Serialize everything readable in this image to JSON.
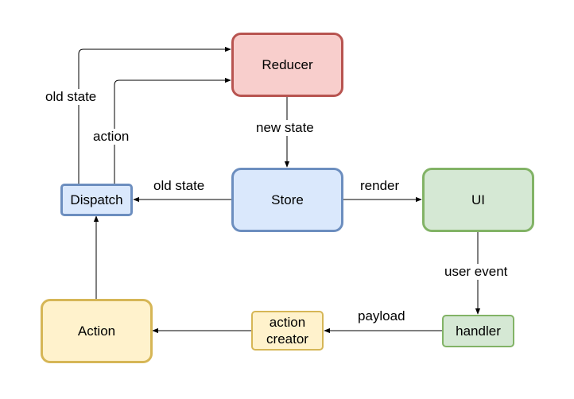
{
  "nodes": {
    "reducer": {
      "label": "Reducer",
      "fill": "#f8cecc",
      "stroke": "#b85450"
    },
    "store": {
      "label": "Store",
      "fill": "#dae8fc",
      "stroke": "#6c8ebf"
    },
    "ui": {
      "label": "UI",
      "fill": "#d5e8d4",
      "stroke": "#82b366"
    },
    "dispatch": {
      "label": "Dispatch",
      "fill": "#dae8fc",
      "stroke": "#6c8ebf"
    },
    "action": {
      "label": "Action",
      "fill": "#fff2cc",
      "stroke": "#d6b656"
    },
    "action_creator": {
      "label": "action\ncreator",
      "fill": "#fff2cc",
      "stroke": "#d6b656"
    },
    "handler": {
      "label": "handler",
      "fill": "#d5e8d4",
      "stroke": "#82b366"
    }
  },
  "edges": [
    {
      "from": "Dispatch",
      "to": "Reducer",
      "label": "old state"
    },
    {
      "from": "Dispatch",
      "to": "Reducer",
      "label": "action"
    },
    {
      "from": "Reducer",
      "to": "Store",
      "label": "new state"
    },
    {
      "from": "Store",
      "to": "Dispatch",
      "label": "old state"
    },
    {
      "from": "Store",
      "to": "UI",
      "label": "render"
    },
    {
      "from": "UI",
      "to": "handler",
      "label": "user event"
    },
    {
      "from": "handler",
      "to": "action creator",
      "label": "payload"
    },
    {
      "from": "action creator",
      "to": "Action",
      "label": ""
    },
    {
      "from": "Action",
      "to": "Dispatch",
      "label": ""
    }
  ]
}
